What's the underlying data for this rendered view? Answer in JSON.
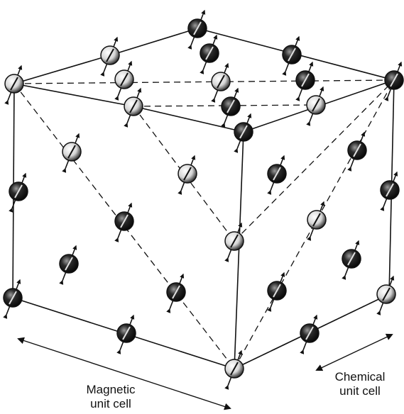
{
  "labels": {
    "magnetic": [
      "Magnetic",
      "unit cell"
    ],
    "chemical": [
      "Chemical",
      "unit cell"
    ]
  },
  "colors": {
    "ink": "#111111",
    "background": "#ffffff",
    "atom_light": "#f2f2f2",
    "atom_dark": "#1a1a1a"
  },
  "icons": {
    "atom": "sphere-with-spin-arrow",
    "dimension": "double-headed-arrow"
  }
}
